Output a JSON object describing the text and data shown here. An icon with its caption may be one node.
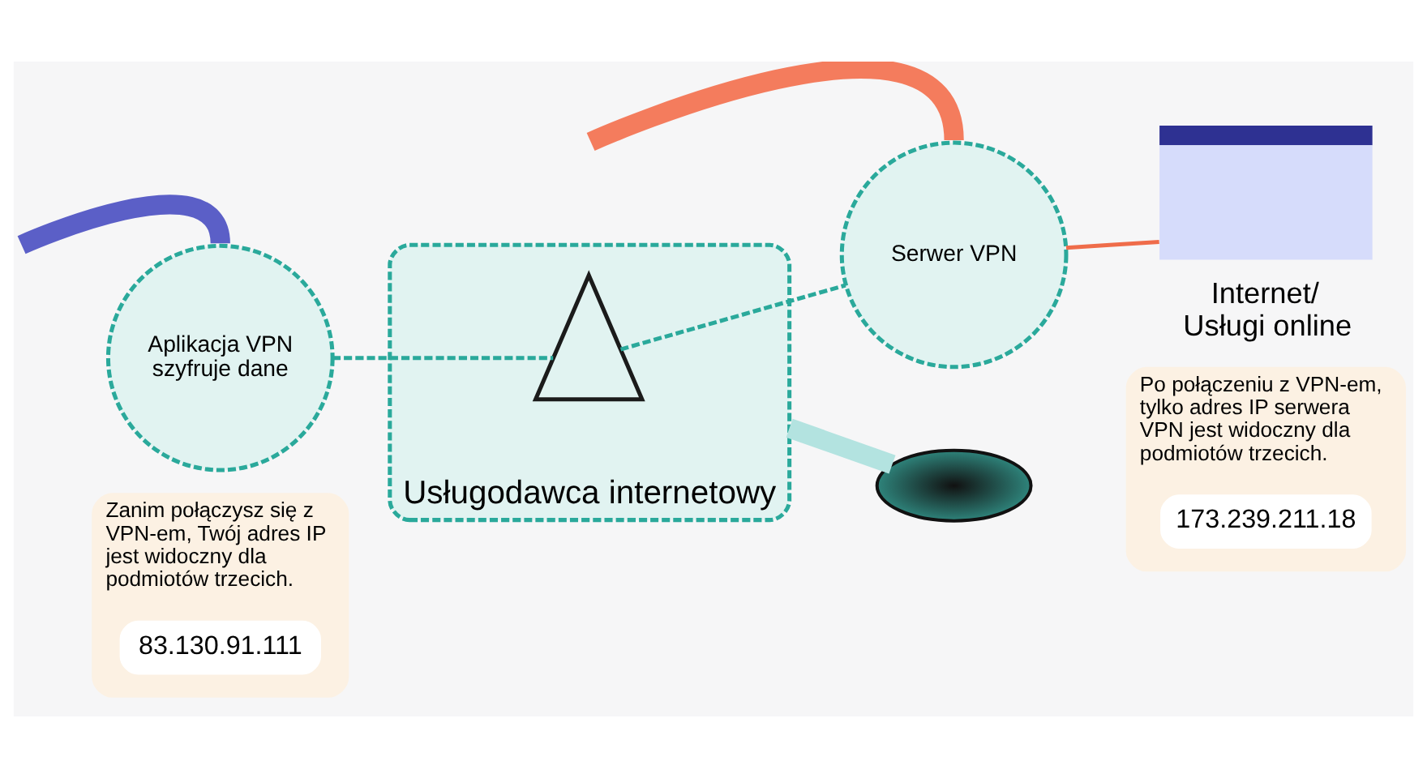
{
  "diagram": {
    "nodes": [
      {
        "text": [
          "Aplikacja VPN szyfruje dane"
        ]
      },
      {
        "text": [
          "Usługodawca internetowy"
        ]
      },
      {
        "text": [],
        "shape": "picture",
        "in": 1
      },
      {
        "text": [
          "Serwer VPN"
        ]
      },
      {
        "text": [
          "Internet/ Usługi online"
        ]
      },
      {
        "text": [],
        "shape": "picture"
      },
      {
        "text": [
          "Zanim połączysz się z VPN-em, Twój adres IP jest widoczny dla podmiotów trzecich."
        ]
      },
      {
        "text": [
          "83.130.91.111"
        ],
        "in": 6
      },
      {
        "text": [
          "Po połączeniu z VPN-em, tylko adres IP serwera VPN jest widoczny dla podmiotów trzecich."
        ]
      },
      {
        "text": [
          "173.239.211.18"
        ],
        "in": 8
      }
    ],
    "edges": [
      {
        "from": null,
        "to": 0,
        "arrow": "none",
        "style": "thick",
        "color": "#5b5fc7"
      },
      {
        "from": null,
        "to": 3,
        "arrow": "none",
        "style": "thick",
        "color": "#f47c5d"
      },
      {
        "from": 0,
        "to": 2,
        "arrow": "none",
        "style": "dashed"
      },
      {
        "from": 2,
        "to": 3,
        "arrow": "none",
        "style": "dashed"
      },
      {
        "from": 3,
        "to": 4,
        "arrow": "none",
        "color": "#ef6c4a"
      },
      {
        "from": 1,
        "to": 5,
        "arrow": "none",
        "style": "thick",
        "color": "#b3e3e0"
      }
    ]
  }
}
